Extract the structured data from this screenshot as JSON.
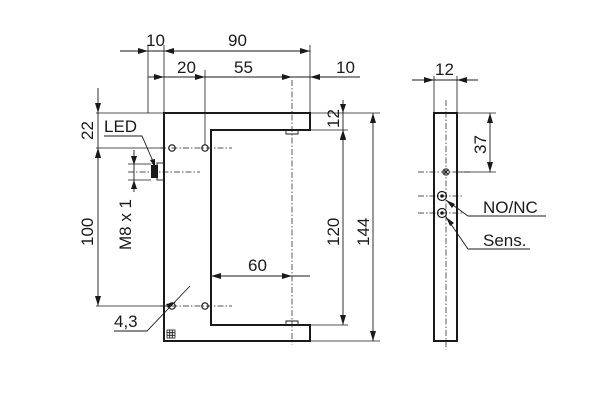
{
  "dimensions": {
    "front": {
      "top_total": "90",
      "top_offset": "10",
      "hole_spacing": "20",
      "slot_offset": "55",
      "right_margin": "10",
      "led_offset": "22",
      "hole_vertical": "100",
      "slot_width": "60",
      "top_arm": "12",
      "gap_height": "120",
      "total_height": "144",
      "hole_diameter": "4,3"
    },
    "side": {
      "thickness": "12",
      "connector_offset": "37"
    }
  },
  "labels": {
    "led": "LED",
    "connector": "M8 x 1",
    "output": "NO/NC",
    "sensitivity": "Sens."
  }
}
